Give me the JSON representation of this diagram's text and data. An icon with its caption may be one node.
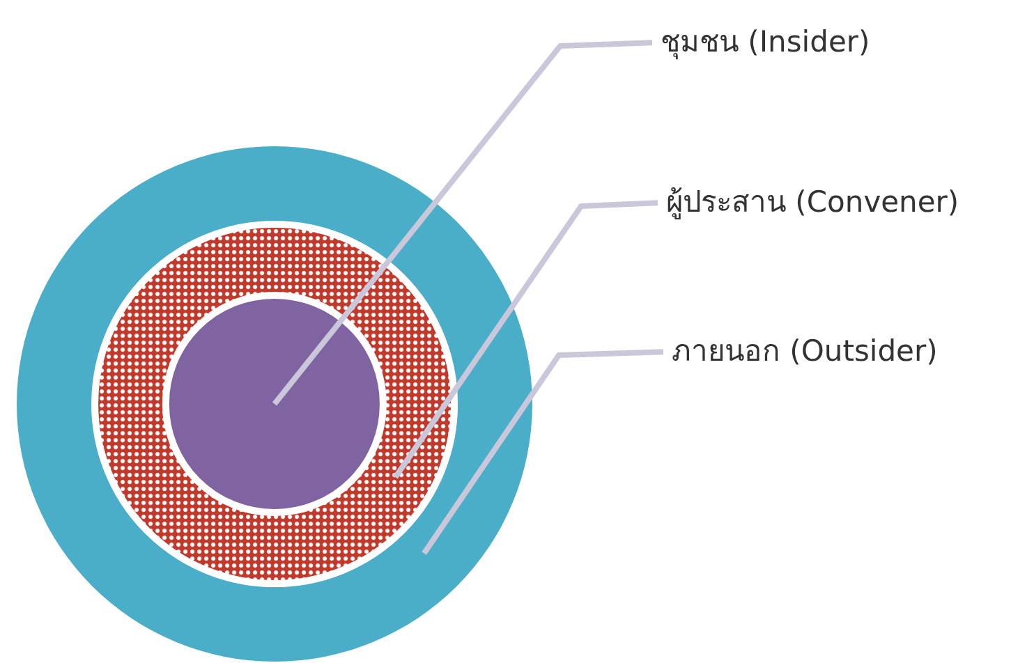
{
  "diagram": {
    "nodes": [
      {
        "text": [],
        "shape": "circle"
      },
      {
        "text": [],
        "shape": "circle",
        "in": 0
      },
      {
        "text": [],
        "shape": "circle",
        "in": 1
      },
      {
        "text": [
          "ชุมชน (Insider)"
        ]
      },
      {
        "text": [
          "ผู้ประสาน (Convener)"
        ]
      },
      {
        "text": [
          "ภายนอก (Outsider)"
        ]
      }
    ],
    "edges": [
      {
        "from": 3,
        "to": 2,
        "arrow": "none"
      },
      {
        "from": 4,
        "to": 1,
        "arrow": "none"
      },
      {
        "from": 5,
        "to": 0,
        "arrow": "none"
      }
    ]
  }
}
